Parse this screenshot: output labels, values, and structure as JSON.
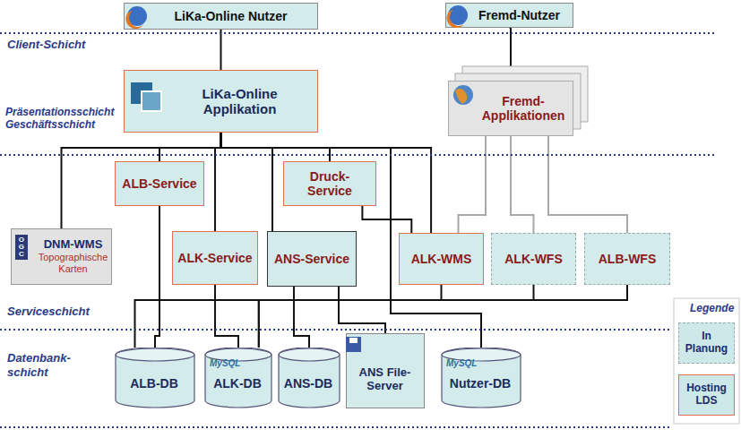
{
  "diagram": {
    "nodes": [
      {
        "text": [
          "LiKa-Online Nutzer"
        ]
      },
      {
        "text": [
          "Fremd-Nutzer"
        ]
      },
      {
        "text": [
          "LiKa-Online Applikation"
        ]
      },
      {
        "text": [
          "Fremd-Applikationen"
        ]
      },
      {
        "text": [
          "ALB-Service"
        ]
      },
      {
        "text": [
          "Druck-Service"
        ]
      },
      {
        "text": [
          "OGC",
          "DNM-WMS",
          "Topographische Karten"
        ]
      },
      {
        "text": [
          "ALK-Service"
        ]
      },
      {
        "text": [
          "ANS-Service"
        ]
      },
      {
        "text": [
          "ALK-WMS"
        ]
      },
      {
        "text": [
          "ALK-WFS"
        ]
      },
      {
        "text": [
          "ALB-WFS"
        ]
      },
      {
        "text": [
          "ALB-DB"
        ]
      },
      {
        "text": [
          "MySQL",
          "ALK-DB"
        ]
      },
      {
        "text": [
          "ANS-DB"
        ]
      },
      {
        "text": [
          "ANS File-Server"
        ]
      },
      {
        "text": [
          "MySQL",
          "Nutzer-DB"
        ]
      }
    ],
    "edges": [
      {
        "from": 0,
        "to": 2,
        "arrow": "none"
      },
      {
        "from": 1,
        "to": 3,
        "arrow": "none"
      },
      {
        "from": 2,
        "to": 4,
        "arrow": "none"
      },
      {
        "from": 2,
        "to": 5,
        "arrow": "none"
      },
      {
        "from": 2,
        "to": 6,
        "arrow": "none"
      },
      {
        "from": 2,
        "to": 7,
        "arrow": "none"
      },
      {
        "from": 2,
        "to": 8,
        "arrow": "none"
      },
      {
        "from": 2,
        "to": 9,
        "arrow": "none"
      },
      {
        "from": 2,
        "to": 16,
        "arrow": "none"
      },
      {
        "from": 3,
        "to": 9,
        "arrow": "none"
      },
      {
        "from": 3,
        "to": 10,
        "arrow": "none"
      },
      {
        "from": 3,
        "to": 11,
        "arrow": "none"
      },
      {
        "from": 5,
        "to": 9,
        "arrow": "none"
      },
      {
        "from": 4,
        "to": 12,
        "arrow": "none"
      },
      {
        "from": 7,
        "to": 13,
        "arrow": "none"
      },
      {
        "from": 8,
        "to": 14,
        "arrow": "none"
      },
      {
        "from": 8,
        "to": 15,
        "arrow": "none"
      },
      {
        "from": 12,
        "to": 11,
        "arrow": "none"
      },
      {
        "from": 13,
        "to": 9,
        "arrow": "none"
      },
      {
        "from": 13,
        "to": 10,
        "arrow": "none"
      }
    ],
    "labels": [
      "Client-Schicht",
      "Präsentationsschicht Geschäftsschicht",
      "Serviceschicht",
      "Datenbank-schicht",
      "Legende"
    ],
    "legend": [
      {
        "text": "In Planung",
        "color": "#cde8e8"
      },
      {
        "text": "Hosting LDS",
        "color": "#cde8e8"
      }
    ]
  }
}
